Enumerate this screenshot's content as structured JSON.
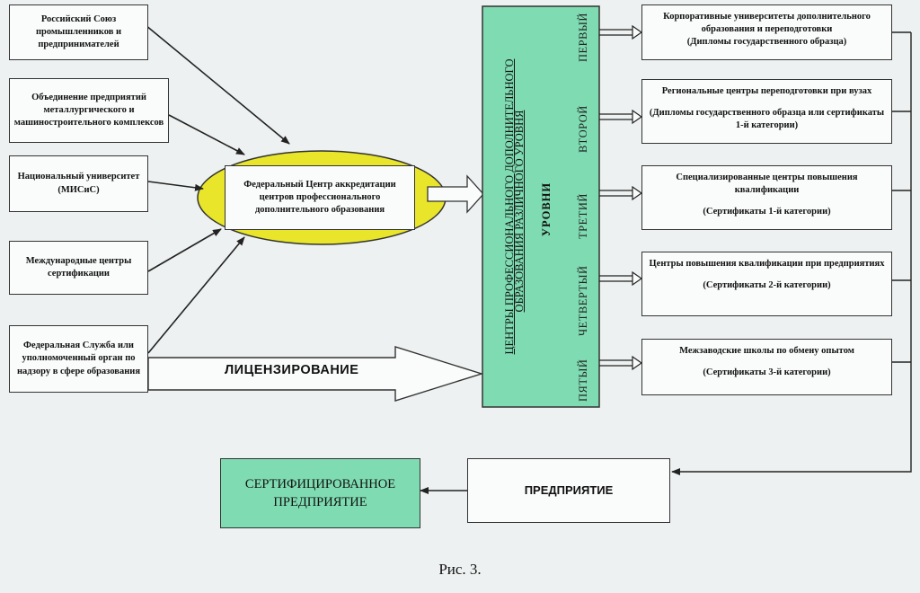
{
  "left_orgs": [
    {
      "label": "Российский Союз промышленников и предпринимателей"
    },
    {
      "label": "Объединение предприятий металлургического и машиностроительного комплексов"
    },
    {
      "label": "Национальный университет (МИСиС)"
    },
    {
      "label": "Международные центры сертификации"
    },
    {
      "label": "Федеральная Служба или уполномоченный орган по надзору в сфере образования"
    }
  ],
  "center": {
    "label": "Федеральный Центр аккредитации центров профессионального дополнительного образования"
  },
  "licensing": {
    "label": "ЛИЦЕНЗИРОВАНИЕ"
  },
  "vertical": {
    "line1": "ЦЕНТРЫ ПРОФЕССИОНАЛЬНОГО ДОПОЛНИТЕЛЬНОГО",
    "line2": "ОБРАЗОВАНИЯ РАЗЛИЧНОГО УРОВНЯ",
    "levels_title": "УРОВНИ",
    "levels": [
      "ПЕРВЫЙ",
      "ВТОРОЙ",
      "ТРЕТИЙ",
      "ЧЕТВЕРТЫЙ",
      "ПЯТЫЙ"
    ]
  },
  "right_centers": [
    {
      "title": "Корпоративные университеты дополнительного образования и переподготовки",
      "note": "(Дипломы государственного образца)"
    },
    {
      "title": "Региональные центры переподготовки при вузах",
      "note": "(Дипломы государственного образца или сертификаты 1-й категории)"
    },
    {
      "title": "Специализированные центры повышения квалификации",
      "note": "(Сертификаты 1-й категории)"
    },
    {
      "title": "Центры повышения квалификации при предприятиях",
      "note": "(Сертификаты 2-й категории)"
    },
    {
      "title": "Межзаводские школы по обмену опытом",
      "note": "(Сертификаты 3-й категории)"
    }
  ],
  "enterprise": {
    "label": "ПРЕДПРИЯТИЕ"
  },
  "certified": {
    "label": "СЕРТИФИЦИРОВАННОЕ ПРЕДПРИЯТИЕ"
  },
  "caption": "Рис. 3.",
  "colors": {
    "ellipse": "#e8e52a",
    "certified": "#7fdcb2",
    "vertical_box": "#7fdcb2"
  }
}
